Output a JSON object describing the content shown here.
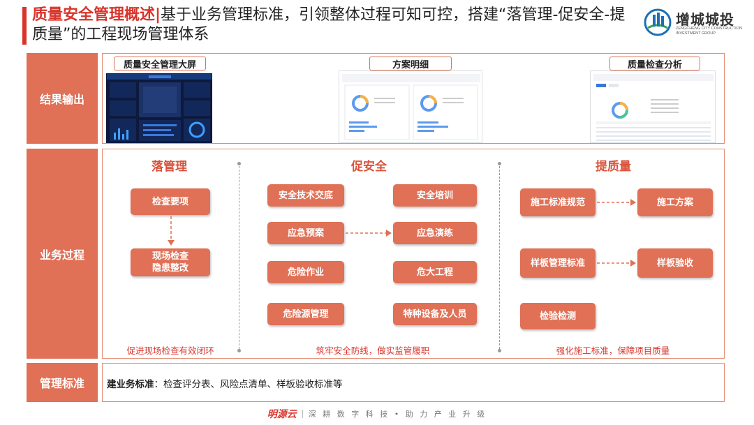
{
  "header": {
    "title_lead": "质量安全管理概述|",
    "title_rest": "基于业务管理标准，引领整体过程可知可控，搭建“落管理-促安全-提质量”的工程现场管理体系",
    "logo": {
      "cn": "增城城投",
      "en_line1": "ZENGCHENG CITY CONSTRUCTION",
      "en_line2": "INVESTMENT GROUP",
      "mark_icon": "building-logo-icon"
    }
  },
  "rows": {
    "results_label": "结果输出",
    "process_label": "业务过程",
    "standard_label": "管理标准"
  },
  "results": [
    {
      "title": "质量安全管理大屏"
    },
    {
      "title": "方案明细"
    },
    {
      "title": "质量检查分析"
    }
  ],
  "process": {
    "col1": {
      "head": "落管理",
      "boxes": [
        "检查要项",
        "现场检查\n隐患整改"
      ],
      "foot": "促进现场检查有效闭环"
    },
    "col2": {
      "head": "促安全",
      "boxes": [
        "安全技术交底",
        "安全培训",
        "应急预案",
        "应急演练",
        "危险作业",
        "危大工程",
        "危险源管理",
        "特种设备及人员"
      ],
      "foot": "筑牢安全防线，做实监管履职"
    },
    "col3": {
      "head": "提质量",
      "boxes": [
        "施工标准规范",
        "施工方案",
        "样板管理标准",
        "样板验收",
        "检验检测"
      ],
      "foot": "强化施工标准，保障项目质量"
    }
  },
  "standard": {
    "bold": "建业务标准",
    "text": "：检查评分表、风险点清单、样板验收标准等"
  },
  "footer": {
    "brand": "明源云",
    "slogan": "深 耕 数 字 科 技 • 助 力 产 业 升 级"
  },
  "colors": {
    "accent_red": "#d9342b",
    "box_orange": "#e07056",
    "panel_border": "#e58b73"
  }
}
